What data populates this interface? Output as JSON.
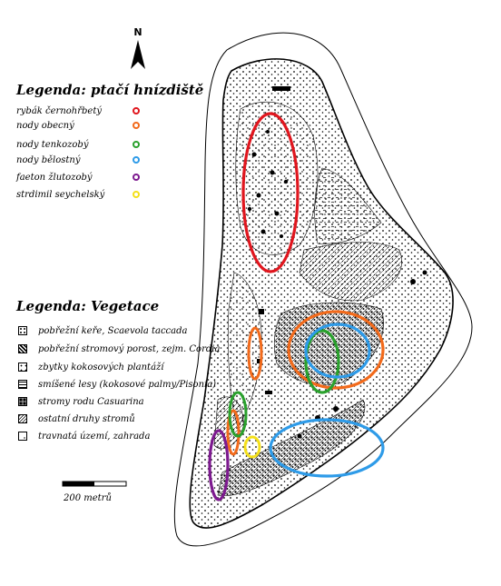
{
  "north_label": "N",
  "bird_legend": {
    "title": "Legenda: ptačí hnízdiště",
    "items": [
      {
        "label": "rybák černohřbetý",
        "color": "#e0161e"
      },
      {
        "label": "nody obecný",
        "color": "#f26a1b"
      },
      {
        "label": "nody tenkozobý",
        "color": "#2aa12d"
      },
      {
        "label": "nody bělostný",
        "color": "#2e9be8"
      },
      {
        "label": "faeton žlutozobý",
        "color": "#7d1a8f"
      },
      {
        "label": "strdimil seychelský",
        "color": "#f4e01a"
      }
    ]
  },
  "vegetation_legend": {
    "title": "Legenda: Vegetace",
    "items": [
      {
        "label": "pobřežní keře, Scaevola taccada",
        "pattern": "dots"
      },
      {
        "label": "pobřežní stromový porost, zejm. Cordia",
        "pattern": "dense-dark"
      },
      {
        "label": "zbytky kokosových plantáží",
        "pattern": "sparse-dots"
      },
      {
        "label": "smíšené lesy (kokosové palmy/Pisonia)",
        "pattern": "mixed"
      },
      {
        "label": "stromy rodu Casuarina",
        "pattern": "dark-clumps"
      },
      {
        "label": "ostatní druhy stromů",
        "pattern": "hatch"
      },
      {
        "label": "travnatá území, zahrada",
        "pattern": "blank-dots"
      }
    ]
  },
  "scale_label": "200 metrů"
}
